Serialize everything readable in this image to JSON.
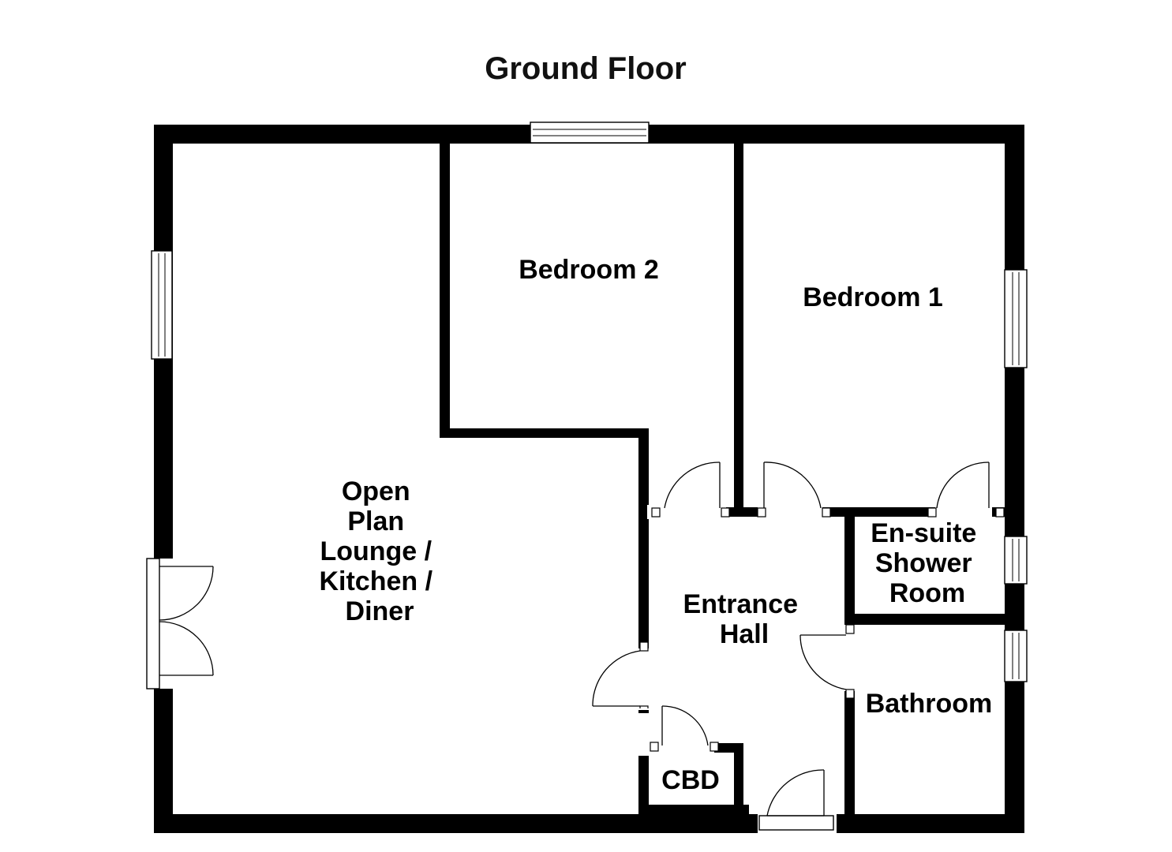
{
  "floor_title": "Ground Floor",
  "rooms": {
    "open_plan": [
      "Open",
      "Plan",
      "Lounge /",
      "Kitchen /",
      "Diner"
    ],
    "bedroom_2": [
      "Bedroom 2"
    ],
    "bedroom_1": [
      "Bedroom 1"
    ],
    "ensuite": [
      "En-suite",
      "Shower",
      "Room"
    ],
    "entrance_hall": [
      "Entrance",
      "Hall"
    ],
    "bathroom": [
      "Bathroom"
    ],
    "cupboard": [
      "CBD"
    ]
  }
}
